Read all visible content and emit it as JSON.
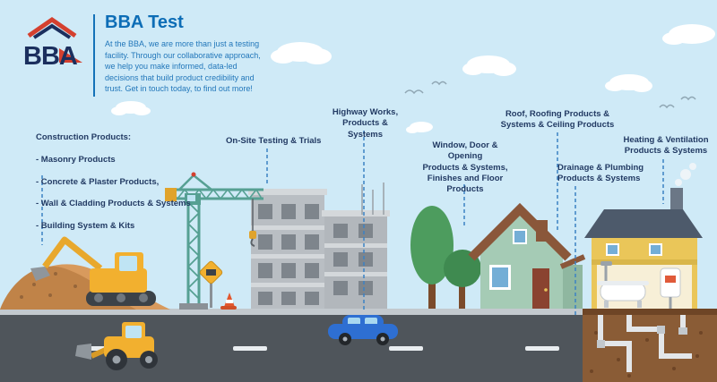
{
  "header": {
    "logo_text": "BBA",
    "title": "BBA Test",
    "description": "At the BBA, we are more than just a testing facility. Through our collaborative approach, we help you make informed, data-led decisions that build product credibility and trust. Get in touch today, to find out more!"
  },
  "labels": {
    "construction": {
      "title": "Construction Products:",
      "items": [
        "- Masonry Products",
        "- Concrete & Plaster Products,",
        "- Wall & Cladding Products & Systems",
        "- Building System & Kits"
      ]
    },
    "onsite": "On-Site Testing & Trials",
    "highway": "Highway Works, Products &\nSystems",
    "window": "Window, Door & Opening\nProducts & Systems,\nFinishes and Floor\nProducts",
    "roof": "Roof, Roofing Products &\nSystems & Ceiling Products",
    "drainage": "Drainage & Plumbing\nProducts & Systems",
    "heating": "Heating & Ventilation\nProducts & Systems"
  },
  "colors": {
    "sky": "#cfeaf7",
    "accent_blue": "#0d6db6",
    "label_text": "#223a63",
    "leader_line": "#3b82c4",
    "logo_red": "#d4402f",
    "logo_navy": "#1b2f5e"
  }
}
